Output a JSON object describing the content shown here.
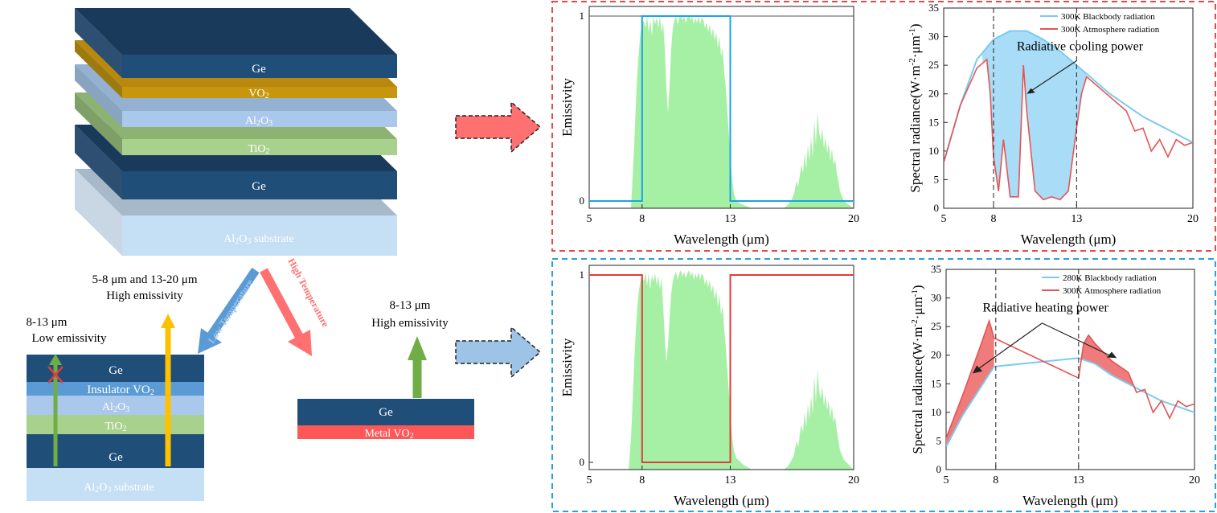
{
  "stack": {
    "layers": [
      {
        "label": "Ge",
        "sub": ""
      },
      {
        "label": "VO",
        "sub": "2"
      },
      {
        "label": "Al",
        "sub": "2",
        "label2": "O",
        "sub2": "3"
      },
      {
        "label": "TiO",
        "sub": "2"
      },
      {
        "label": "Ge",
        "sub": ""
      },
      {
        "label": "Al",
        "sub": "2",
        "label2": "O",
        "sub2": "3",
        "label3": " substrate"
      }
    ],
    "low_temp_label": "Low Temperature",
    "high_temp_label": "High Temperature"
  },
  "low_state": {
    "annot_5_8": "5-8 μm and 13-20 μm",
    "annot_5_8_line2": "High emissivity",
    "annot_8_13": "8-13 μm",
    "annot_8_13_line2": "Low emissivity",
    "layers": [
      "Ge",
      "Insulator VO",
      "Al",
      "TiO",
      "Ge",
      "Al"
    ],
    "layer_text": {
      "ge1": "Ge",
      "vo2_a": "Insulator VO",
      "vo2_sub": "2",
      "al2o3_a": "Al",
      "al2o3_b": "O",
      "tio2_a": "TiO",
      "tio2_sub": "2",
      "ge2": "Ge",
      "subs_a": "Al",
      "subs_b": "O",
      "subs_c": " substrate",
      "sub2": "2",
      "sub3": "3"
    }
  },
  "high_state": {
    "annot": "8-13 μm",
    "annot_line2": "High emissivity",
    "ge": "Ge",
    "vo2_a": "Metal VO",
    "vo2_sub": "2"
  },
  "colors": {
    "ge": "#1f4e79",
    "vo2_gold": "#c8960c",
    "al2o3": "#a9c8ec",
    "tio2": "#a9d18e",
    "substrate": "#c5dff5",
    "metal_vo2": "#ff5757",
    "arrow_red": "#ff6f6f",
    "arrow_blue": "#9dc3e6",
    "green_fill": "#a6f0a6",
    "blue_line": "#1aa3e8",
    "red_line": "#e33b3b",
    "box_red": "#e84a4a",
    "box_blue": "#2e9fd8"
  },
  "chart_data": [
    {
      "type": "line",
      "id": "emissivity-top",
      "title": "",
      "xlabel": "Wavelength (μm)",
      "ylabel": "Emissivity",
      "xlim": [
        5,
        20
      ],
      "ylim": [
        0,
        1
      ],
      "xticks": [
        "5",
        "8",
        "13",
        "20"
      ],
      "yticks": [
        "0",
        "1"
      ],
      "series": [
        {
          "x": [
            5,
            8,
            8,
            13,
            13,
            20
          ],
          "y": [
            0,
            0,
            1,
            1,
            0,
            0
          ]
        }
      ]
    },
    {
      "type": "area",
      "id": "radiance-top",
      "title": "",
      "xlabel": "Wavelength (μm)",
      "ylabel": "Spectral radiance(W·m⁻²·μm⁻¹)",
      "xlim": [
        5,
        20
      ],
      "ylim": [
        0,
        35
      ],
      "xticks": [
        "5",
        "8",
        "13",
        "20"
      ],
      "yticks": [
        "0",
        "5",
        "10",
        "15",
        "20",
        "25",
        "30",
        "35"
      ],
      "annotation": "Radiative cooling power",
      "series": [
        {
          "name": "300K Blackbody radiation",
          "x": [
            5,
            6,
            7,
            8,
            9,
            10,
            11,
            12,
            13,
            14,
            15,
            16,
            17,
            18,
            19,
            20
          ],
          "y": [
            8,
            18,
            26,
            29.5,
            31,
            31,
            29.5,
            27.5,
            25,
            22.5,
            20,
            18,
            16,
            14.5,
            13,
            11.5
          ]
        },
        {
          "name": "300K Atmosphere radiation",
          "x": [
            5,
            6,
            7,
            7.6,
            7.8,
            8,
            8.3,
            8.6,
            9,
            9.5,
            9.8,
            10,
            10.5,
            11,
            11.5,
            12,
            12.5,
            13,
            13.3,
            13.6,
            14,
            15,
            16,
            16.5,
            17,
            17.5,
            18,
            18.5,
            19,
            19.5,
            20
          ],
          "y": [
            8,
            18,
            24.5,
            26,
            20,
            9,
            3,
            12,
            2,
            2,
            25,
            17,
            3,
            1.5,
            2,
            1.5,
            3,
            14,
            20,
            23,
            22,
            19.5,
            17,
            13.5,
            14,
            10,
            12,
            9,
            12,
            11,
            11.5
          ]
        }
      ]
    },
    {
      "type": "line",
      "id": "emissivity-bottom",
      "title": "",
      "xlabel": "Wavelength (μm)",
      "ylabel": "Emissivity",
      "xlim": [
        5,
        20
      ],
      "ylim": [
        0,
        1
      ],
      "xticks": [
        "5",
        "8",
        "13",
        "20"
      ],
      "yticks": [
        "0",
        "1"
      ],
      "series": [
        {
          "x": [
            5,
            8,
            8,
            13,
            13,
            20
          ],
          "y": [
            1,
            1,
            0,
            0,
            1,
            1
          ]
        }
      ]
    },
    {
      "type": "area",
      "id": "radiance-bottom",
      "title": "",
      "xlabel": "Wavelength (μm)",
      "ylabel": "Spectral radiance(W·m⁻²·μm⁻¹)",
      "xlim": [
        5,
        20
      ],
      "ylim": [
        0,
        35
      ],
      "xticks": [
        "5",
        "8",
        "13",
        "20"
      ],
      "yticks": [
        "0",
        "5",
        "10",
        "15",
        "20",
        "25",
        "30",
        "35"
      ],
      "annotation": "Radiative heating power",
      "series": [
        {
          "name": "280K Blackbody radiation",
          "x": [
            5,
            6,
            7,
            7.9,
            13,
            14,
            15,
            16,
            17,
            18,
            19,
            20
          ],
          "y": [
            4,
            9.5,
            14,
            18,
            19.5,
            18.5,
            16.5,
            15,
            13.5,
            12,
            11,
            10
          ]
        },
        {
          "name": "300K Atmosphere radiation",
          "x": [
            5,
            6,
            7,
            7.6,
            7.9,
            13,
            13.3,
            13.6,
            14,
            15,
            16,
            16.5,
            17,
            17.5,
            18,
            18.5,
            19,
            19.5,
            20
          ],
          "y": [
            5.5,
            13,
            21,
            26,
            23,
            16,
            22,
            23.5,
            22,
            19,
            17,
            13.5,
            14,
            10,
            12,
            9,
            12,
            11,
            11.5
          ]
        }
      ]
    }
  ]
}
